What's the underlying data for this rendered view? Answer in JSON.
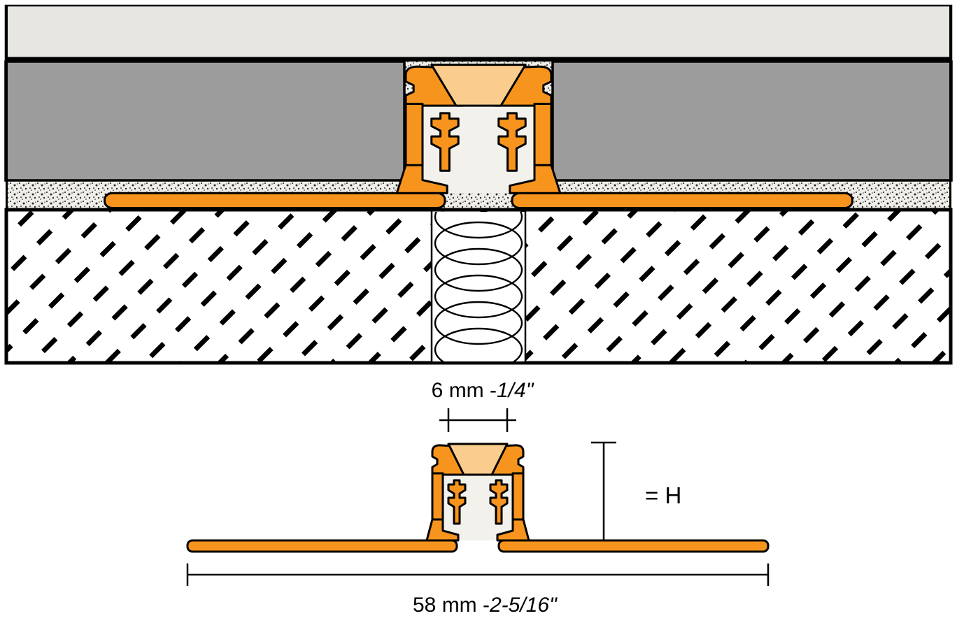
{
  "drawing": {
    "type": "expansion-joint-profile-cross-section",
    "sections": {
      "installation_view": "assembly-with-tile-mortar-substrate",
      "profile_view": "dimensioned-profile"
    }
  },
  "dimensions": {
    "joint_width": {
      "metric": "6 mm - ",
      "imperial": "1/4\""
    },
    "height": {
      "label": "= H"
    },
    "overall_width": {
      "metric": "58 mm - ",
      "imperial": "2-5/16\""
    }
  },
  "colors": {
    "profile_orange": "#F7941E",
    "insert_cream": "#FACD8E",
    "tile_gray": "#9C9C9C",
    "band_gray": "#E7E6E2",
    "interior_bg": "#F2F1EC",
    "stipple_bg": "#EFEEE8",
    "line_black": "#000000"
  }
}
